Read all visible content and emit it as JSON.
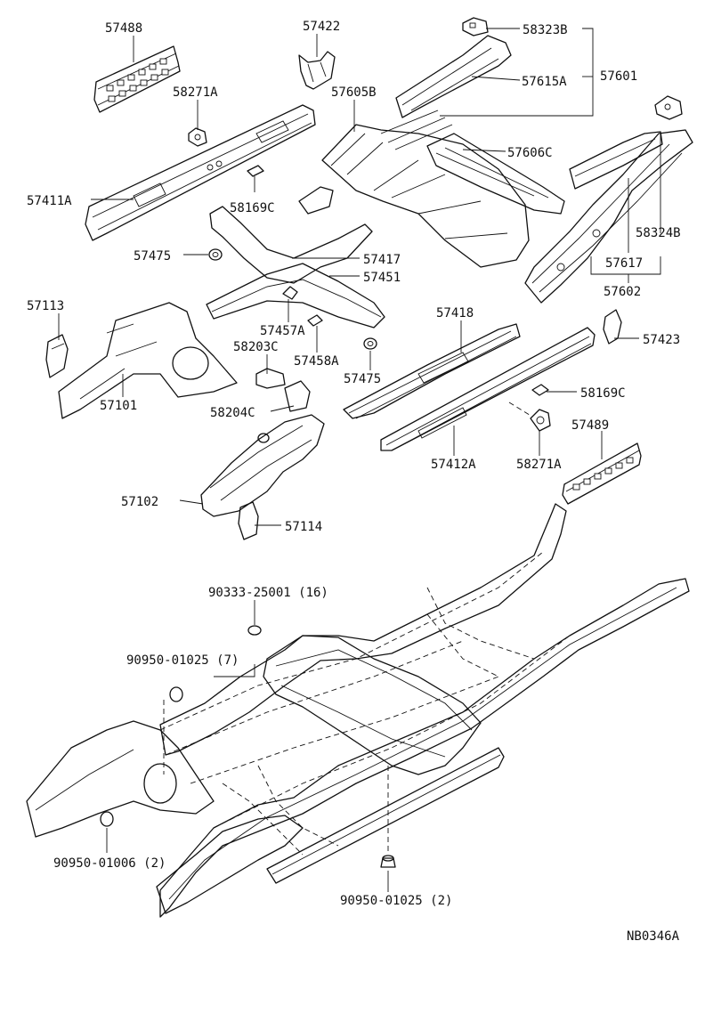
{
  "diagram_code": "NB0346A",
  "callouts": {
    "p57488": "57488",
    "p57422": "57422",
    "p58323B": "58323B",
    "p57601": "57601",
    "p57615A": "57615A",
    "p58271A_top": "58271A",
    "p57605B": "57605B",
    "p57606C": "57606C",
    "p57411A": "57411A",
    "p58169C_top": "58169C",
    "p58324B": "58324B",
    "p57475_a": "57475",
    "p57417": "57417",
    "p57451": "57451",
    "p57617": "57617",
    "p57602": "57602",
    "p57113": "57113",
    "p57457A": "57457A",
    "p57418": "57418",
    "p58203C": "58203C",
    "p57458A": "57458A",
    "p57423": "57423",
    "p57101": "57101",
    "p57475_b": "57475",
    "p58169C_right": "58169C",
    "p58204C": "58204C",
    "p57489": "57489",
    "p57102": "57102",
    "p57412A": "57412A",
    "p58271A_bottom": "58271A",
    "p57114": "57114",
    "p90333": "90333-25001 (16)",
    "p90950_7": "90950-01025 (7)",
    "p90950_01006": "90950-01006 (2)",
    "p90950_2": "90950-01025 (2)"
  }
}
